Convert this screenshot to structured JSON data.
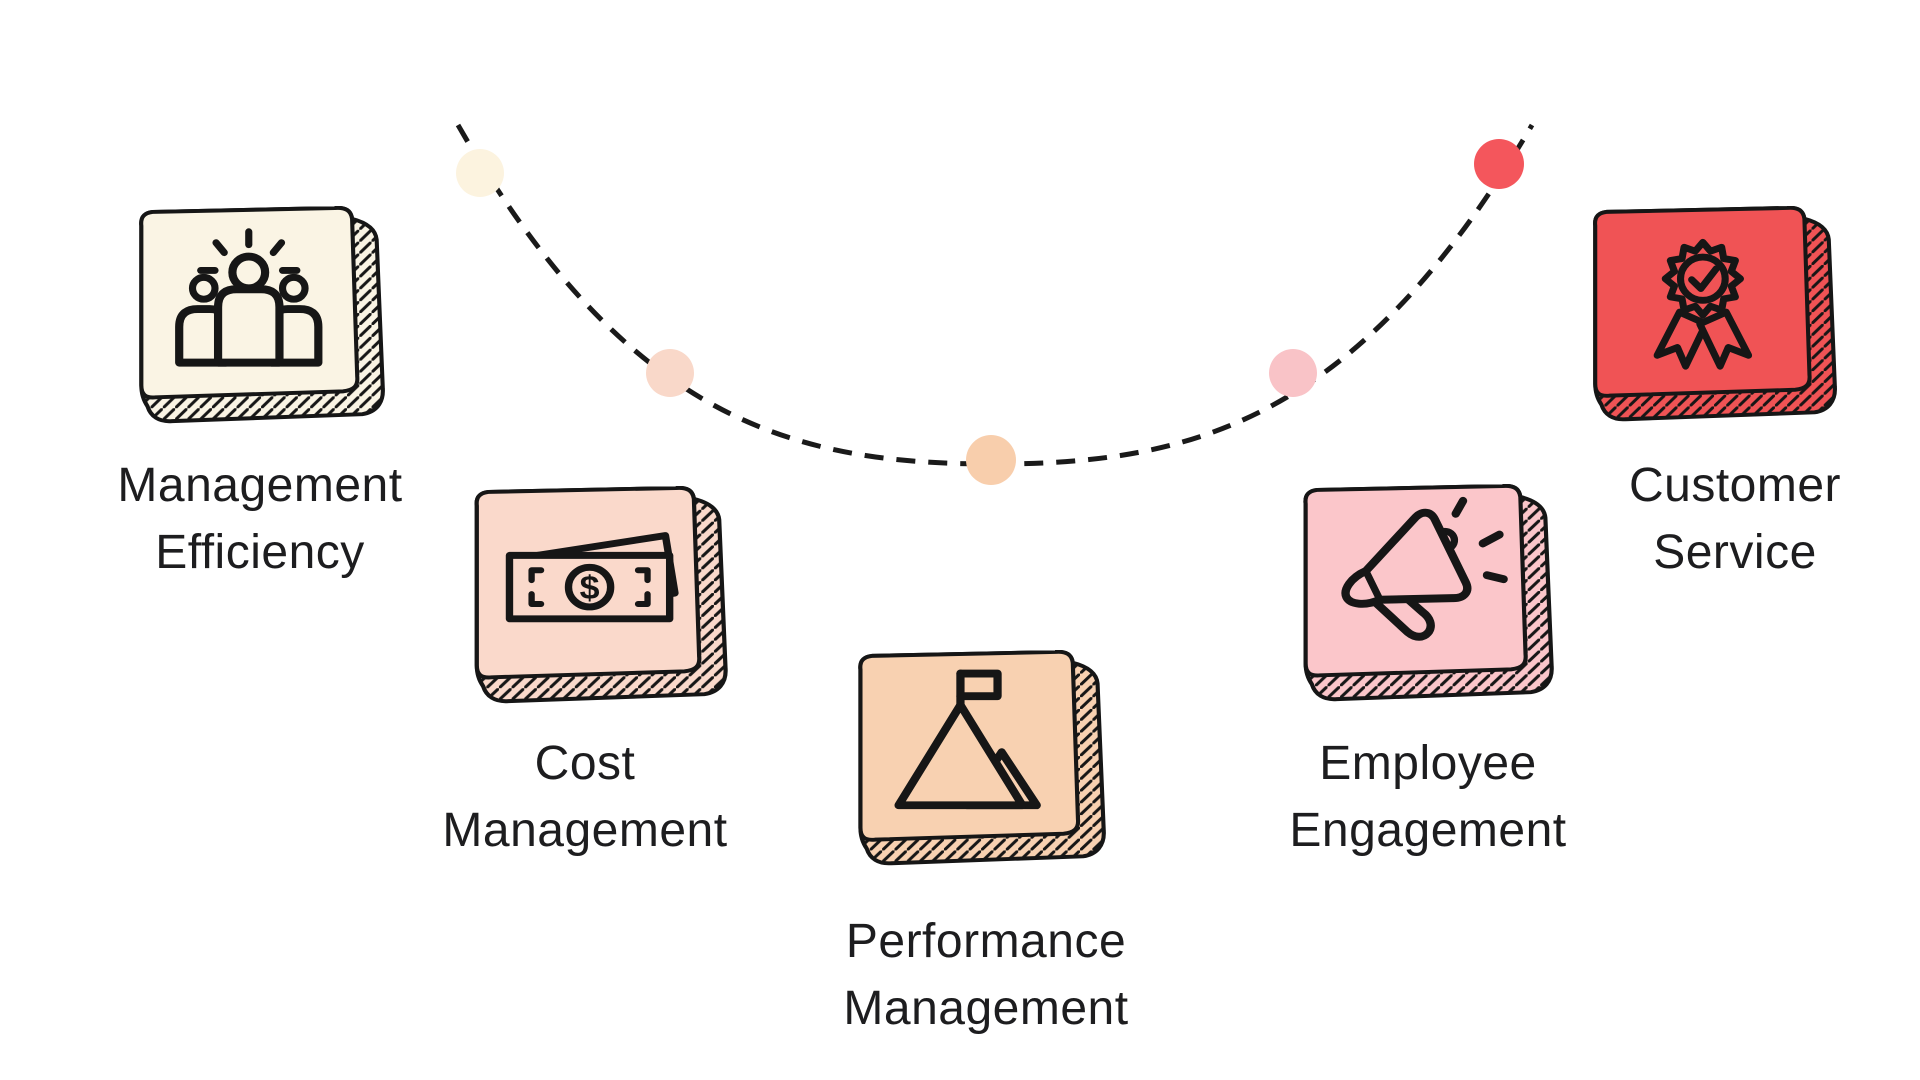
{
  "background_color": "#FFFFFF",
  "curve": {
    "style": "dashed",
    "stroke_color": "#1A1A1A"
  },
  "stages": [
    {
      "name": "management-efficiency",
      "label_line1": "Management",
      "label_line2": "Efficiency",
      "icon": "team-icon",
      "card_color": "#FAF4E4",
      "dot_color": "#FCF3DF"
    },
    {
      "name": "cost-management",
      "label_line1": "Cost",
      "label_line2": "Management",
      "icon": "money-icon",
      "card_color": "#FAD9CB",
      "dot_color": "#F9D8C9"
    },
    {
      "name": "performance-management",
      "label_line1": "Performance",
      "label_line2": "Management",
      "icon": "mountain-flag-icon",
      "card_color": "#F8D1B1",
      "dot_color": "#F8CEAC"
    },
    {
      "name": "employee-engagement",
      "label_line1": "Employee",
      "label_line2": "Engagement",
      "icon": "megaphone-icon",
      "card_color": "#FBC6CA",
      "dot_color": "#F9C3C7"
    },
    {
      "name": "customer-service",
      "label_line1": "Customer",
      "label_line2": "Service",
      "icon": "award-ribbon-icon",
      "card_color": "#F05355",
      "dot_color": "#F4565C"
    }
  ]
}
